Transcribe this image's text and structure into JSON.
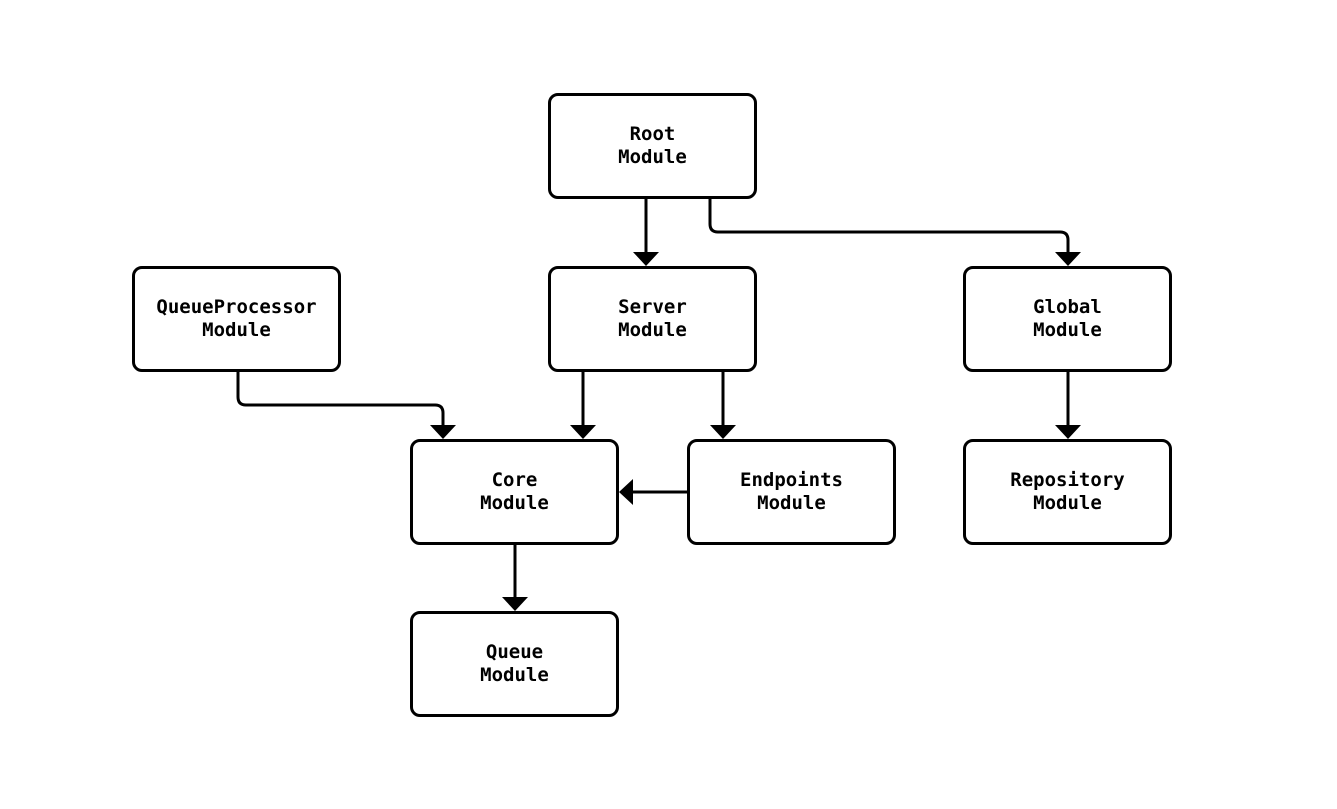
{
  "diagram": {
    "type": "flowchart",
    "background_color": "#ffffff",
    "node_fill_color": "#ffffff",
    "node_border_color": "#000000",
    "edge_color": "#000000",
    "text_color": "#000000",
    "nodes": [
      {
        "id": "root",
        "label": "Root Module",
        "line1": "Root",
        "line2": "Module"
      },
      {
        "id": "queueprocessor",
        "label": "QueueProcessor Module",
        "line1": "QueueProcessor",
        "line2": "Module"
      },
      {
        "id": "server",
        "label": "Server Module",
        "line1": "Server",
        "line2": "Module"
      },
      {
        "id": "global",
        "label": "Global Module",
        "line1": "Global",
        "line2": "Module"
      },
      {
        "id": "core",
        "label": "Core Module",
        "line1": "Core",
        "line2": "Module"
      },
      {
        "id": "endpoints",
        "label": "Endpoints Module",
        "line1": "Endpoints",
        "line2": "Module"
      },
      {
        "id": "repository",
        "label": "Repository Module",
        "line1": "Repository",
        "line2": "Module"
      },
      {
        "id": "queue",
        "label": "Queue Module",
        "line1": "Queue",
        "line2": "Module"
      }
    ],
    "edges": [
      {
        "from": "root",
        "to": "server"
      },
      {
        "from": "root",
        "to": "global"
      },
      {
        "from": "queueprocessor",
        "to": "core"
      },
      {
        "from": "server",
        "to": "core"
      },
      {
        "from": "server",
        "to": "endpoints"
      },
      {
        "from": "endpoints",
        "to": "core"
      },
      {
        "from": "global",
        "to": "repository"
      },
      {
        "from": "core",
        "to": "queue"
      }
    ]
  }
}
